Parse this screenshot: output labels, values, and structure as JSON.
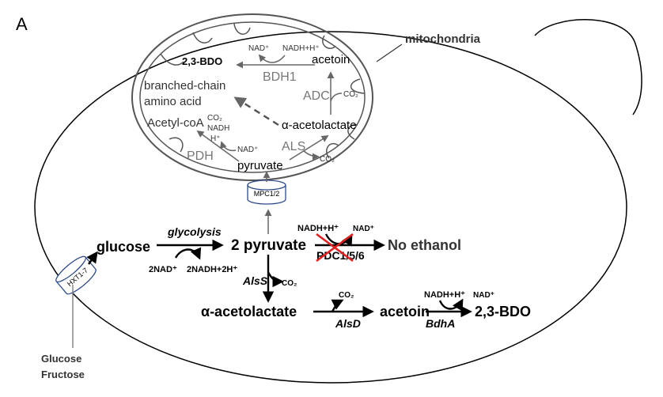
{
  "panel_label": "A",
  "compartments": {
    "mitochondria": "mitochondria"
  },
  "transporters": {
    "hxt": "HXT1-7",
    "mpc": "MPC1/2"
  },
  "external": {
    "sugar_line1": "Glucose",
    "sugar_line2": "Fructose"
  },
  "mito": {
    "bdo": "2,3-BDO",
    "nad": "NAD⁺",
    "nadh": "NADH+H⁺",
    "acetoin": "acetoin",
    "bdh1": "BDH1",
    "bcaa_line1": "branched-chain",
    "bcaa_line2": "amino acid",
    "adc": "ADC",
    "co2_adc": "CO₂",
    "acetyl_coa": "Acetyl-coA",
    "pdh_co2": "CO₂",
    "pdh_nadh": "NADH",
    "pdh_h": "H⁺",
    "alpha_acetolactate": "α-acetolactate",
    "pdh": "PDH",
    "pdh_nad": "NAD⁺",
    "als": "ALS",
    "pyruvate": "pyruvate",
    "als_co2": "CO₂"
  },
  "cyto": {
    "glucose": "glucose",
    "glycolysis": "glycolysis",
    "two_pyruvate": "2 pyruvate",
    "nad_in": "2NAD⁺",
    "nadh_out": "2NADH+2H⁺",
    "pdc_nadh": "NADH+H⁺",
    "pdc_nad": "NAD⁺",
    "pdc": "PDC1/5/6",
    "no_ethanol": "No ethanol",
    "alss": "AlsS",
    "alss_co2": "CO₂",
    "alpha_acetolactate": "α-acetolactate",
    "alsd_co2": "CO₂",
    "alsd": "AlsD",
    "acetoin": "acetoin",
    "bdha_nadh": "NADH+H⁺",
    "bdha_nad": "NAD⁺",
    "bdha": "BdhA",
    "bdo": "2,3-BDO"
  },
  "colors": {
    "cross": "#e02020",
    "transporter": "#2c4a8a",
    "membrane": "#555555"
  }
}
